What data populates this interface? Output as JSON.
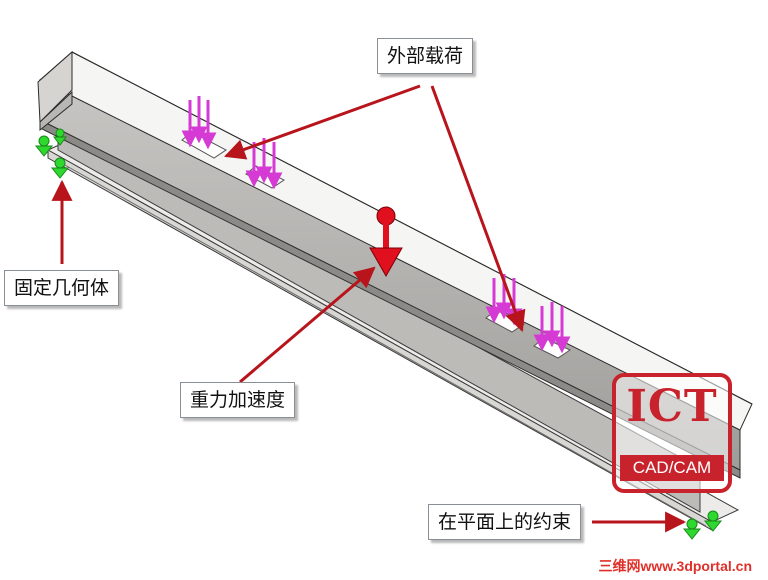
{
  "labels": {
    "external_loads": "外部载荷",
    "fixed_geometry": "固定几何体",
    "gravity": "重力加速度",
    "in_plane_constraint": "在平面上的约束"
  },
  "logo": {
    "main_text": "ICT",
    "sub_text": "CAD/CAM"
  },
  "watermark": "三维网www.3dportal.cn",
  "colors": {
    "beam_top": "#f5f5f4",
    "beam_side": "#b0aeab",
    "load_arrows": "#d63ad4",
    "gravity_symbol": "#e0101e",
    "fixture_symbols": "#2fd82f",
    "callout_arrows": "#b8141c",
    "logo": "#c8232c"
  }
}
